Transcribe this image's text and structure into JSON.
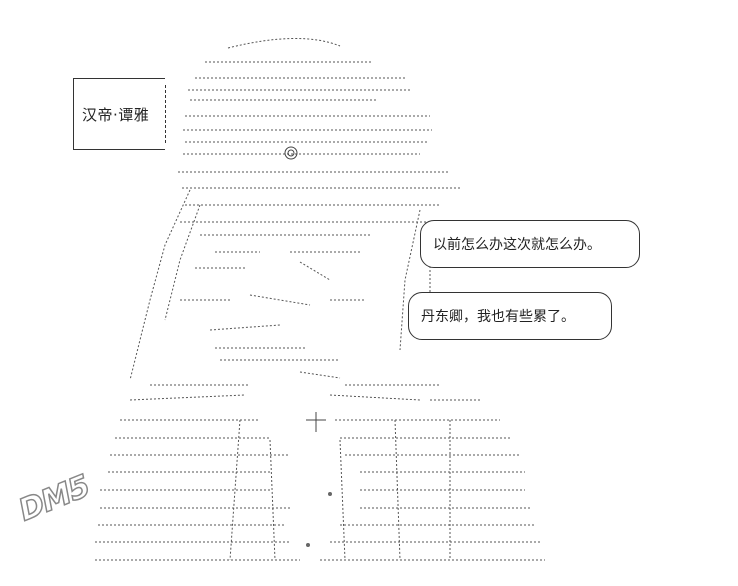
{
  "speaker": {
    "name": "汉帝·谭雅"
  },
  "dialogue": [
    {
      "text": "以前怎么办这次就怎么办。"
    },
    {
      "text": "丹东卿，我也有些累了。"
    }
  ],
  "watermark": {
    "text": "DM5"
  },
  "colors": {
    "background": "#ffffff",
    "ink": "#333333"
  }
}
